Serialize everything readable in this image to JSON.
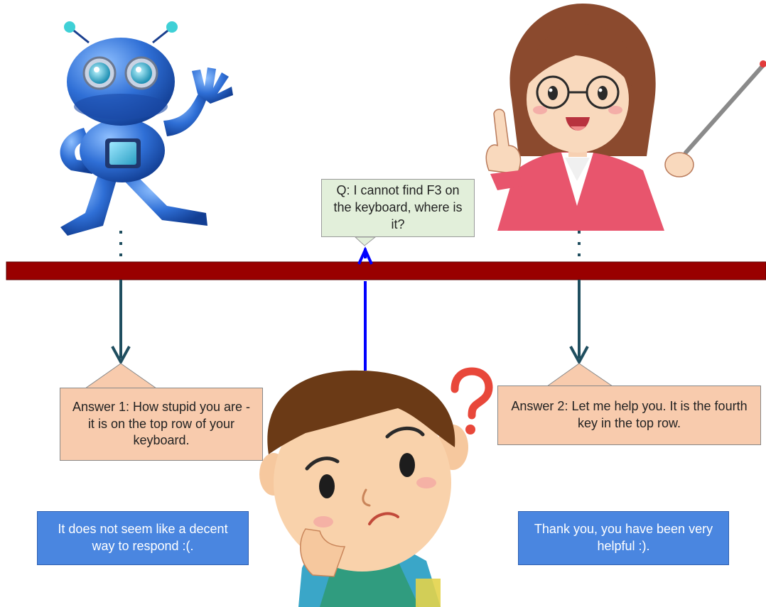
{
  "question": "Q: I cannot find F3 on the keyboard, where is  it?",
  "answer1": "Answer 1: How stupid you are - it is on the top row of your keyboard.",
  "answer2": "Answer 2: Let me help you. It is the fourth key in the top row.",
  "reaction1": "It does not seem like a decent way to respond :(.",
  "reaction2": "Thank you, you have been very helpful :).",
  "illustrations": [
    "robot-illustration",
    "teacher-illustration",
    "confused-boy-illustration",
    "question-mark-icon"
  ],
  "colors": {
    "barrier": "#990000",
    "question_fill": "#e2efda",
    "answer_fill": "#f8cbad",
    "reaction_fill": "#4a86e0",
    "answer_arrow": "#1f4e5f",
    "question_arrow": "#0000ff",
    "robot_blue": "#2f6fd6",
    "teacher_jacket": "#e8556d",
    "question_mark": "#e8473a"
  }
}
